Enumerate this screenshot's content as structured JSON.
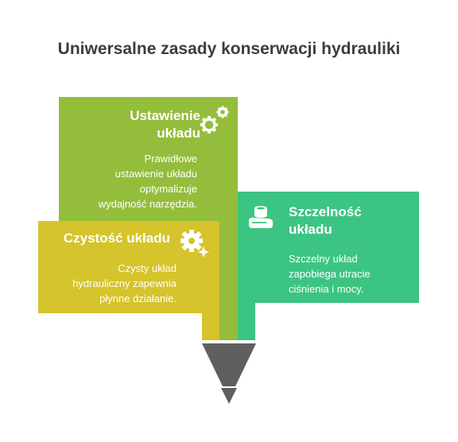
{
  "title": "Uniwersalne zasady konserwacji hydrauliki",
  "panels": {
    "setup": {
      "title_line1": "Ustawienie",
      "title_line2": "układu",
      "desc_lines": [
        "Prawidłowe",
        "ustawienie układu",
        "optymalizuje",
        "wydajność narzędzia."
      ],
      "color": "#94bd3c",
      "icon": "gears-icon"
    },
    "cleanliness": {
      "title": "Czystość układu",
      "desc_lines": [
        "Czysty układ",
        "hydrauliczny zapewnia",
        "płynne działanie."
      ],
      "color": "#d5c42b",
      "icon": "sparkle-gear-icon"
    },
    "tightness": {
      "title_line1": "Szczelność",
      "title_line2": "układu",
      "desc_lines": [
        "Szczelny układ",
        "zapobiega utracie",
        "ciśnienia i mocy."
      ],
      "color": "#3cc483",
      "icon": "seal-icon"
    }
  },
  "funnel_color": "#5f5f5f"
}
